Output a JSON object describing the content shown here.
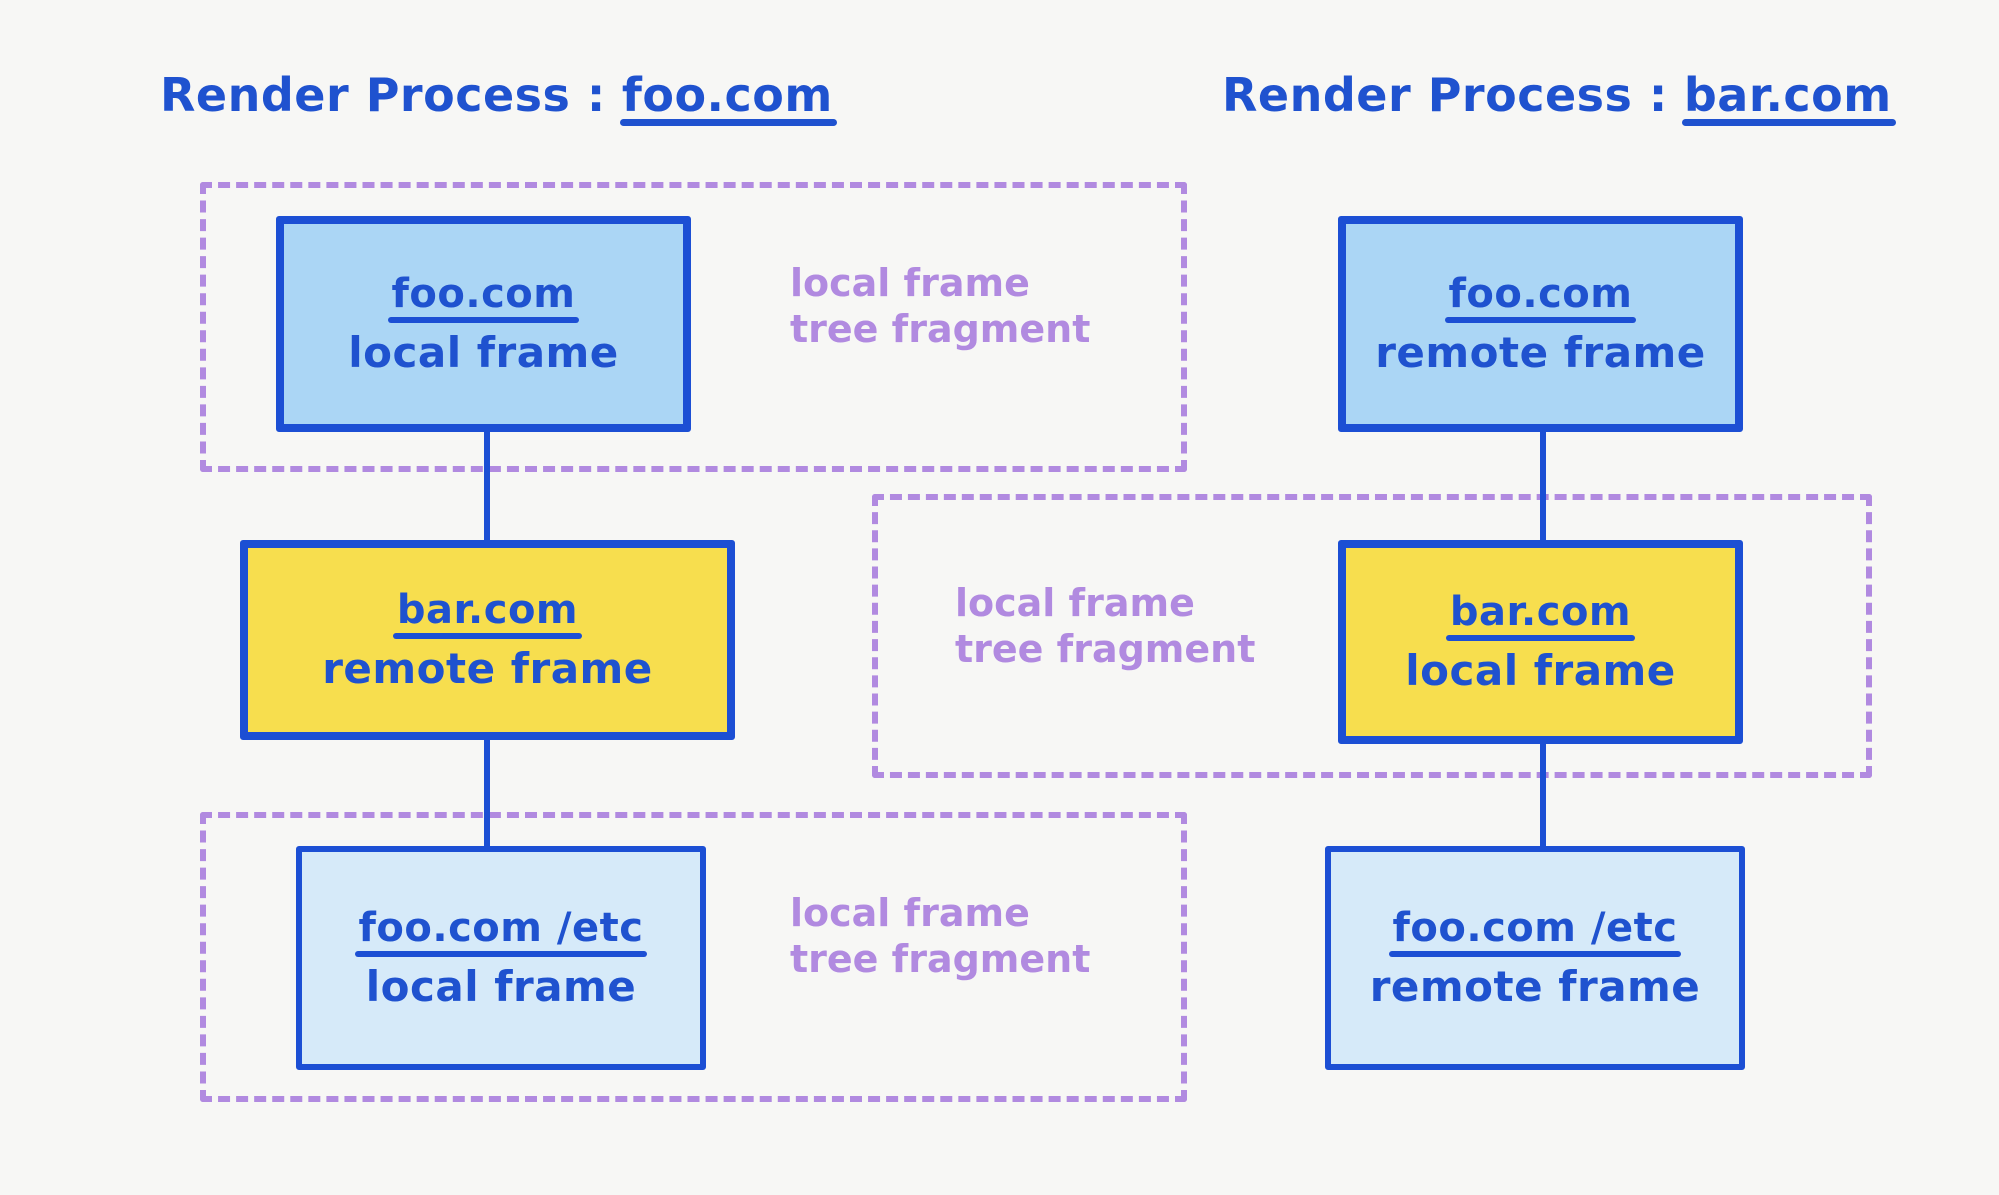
{
  "diagram": {
    "background_color": "#f7f7f5",
    "blue": "#1c4fd4",
    "purple": "#b18ae0",
    "yellow": "#f7de4e",
    "light_blue": "#abd6f5",
    "pale_blue": "#d6eaf9"
  },
  "processes": [
    {
      "id": "left",
      "prefix": "Render Process : ",
      "origin": "foo.com",
      "highlight_color": "#a9d3f5"
    },
    {
      "id": "right",
      "prefix": "Render Process : ",
      "origin": "bar.com",
      "highlight_color": "#f8e35f"
    }
  ],
  "left_column": {
    "boxes": [
      {
        "url": "foo.com",
        "kind": "local frame",
        "fill": "light-blue"
      },
      {
        "url": "bar.com",
        "kind": "remote frame",
        "fill": "yellow"
      },
      {
        "url": "foo.com /etc",
        "kind": "local frame",
        "fill": "pale-blue"
      }
    ],
    "fragments": [
      {
        "label": "local frame\ntree fragment"
      },
      {
        "label": "local frame\ntree fragment"
      }
    ]
  },
  "right_column": {
    "boxes": [
      {
        "url": "foo.com",
        "kind": "remote frame",
        "fill": "light-blue"
      },
      {
        "url": "bar.com",
        "kind": "local frame",
        "fill": "yellow"
      },
      {
        "url": "foo.com /etc",
        "kind": "remote frame",
        "fill": "pale-blue"
      }
    ],
    "fragments": [
      {
        "label": "local frame\ntree fragment"
      }
    ]
  }
}
